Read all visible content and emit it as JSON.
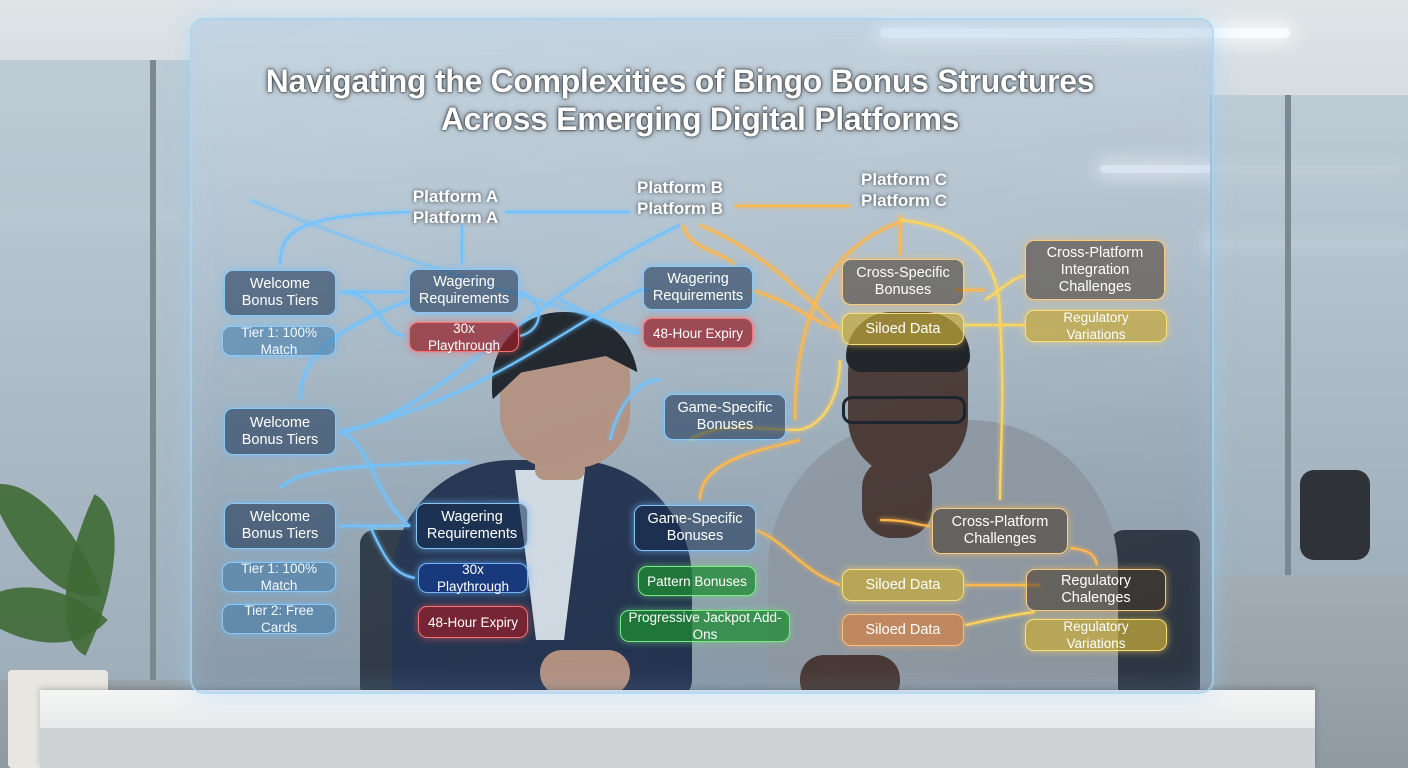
{
  "title": {
    "line1": "Navigating the Complexities of Bingo Bonus Structures",
    "line2": "Across Emerging Digital Platforms"
  },
  "platforms": {
    "a": {
      "line1": "Platform A",
      "line2": "Platform A"
    },
    "b": {
      "line1": "Platform B",
      "line2": "Platform B"
    },
    "c": {
      "line1": "Platform C",
      "line2": "Platform C"
    }
  },
  "nodes": {
    "welcome1": "Welcome Bonus Tiers",
    "tier1_top": "Tier 1: 100% Match",
    "welcome2": "Welcome Bonus Tiers",
    "welcome3": "Welcome Bonus Tiers",
    "tier1_bottom": "Tier 1: 100% Match",
    "tier2": "Tier 2: Free Cards",
    "wagering_a": "Wagering Requirements",
    "playthrough_a": "30x Playthrough",
    "wagering_b": "Wagering Requirements",
    "expiry_b": "48-Hour Expiry",
    "game_specific_mid": "Game-Specific Bonuses",
    "wagering_low": "Wagering Requirements",
    "playthrough_low": "30x Playthrough",
    "expiry_low": "48-Hour Expiry",
    "game_specific_low": "Game-Specific Bonuses",
    "pattern": "Pattern Bonuses",
    "jackpot": "Progressive Jackpot Add-Ons",
    "cross_specific": "Cross-Specific Bonuses",
    "siloed_top": "Siloed Data",
    "cross_integration": "Cross-Platform Integration Challenges",
    "regulatory_var_top": "Regulatory Variations",
    "cross_challenges": "Cross-Platform Challenges",
    "siloed_mid": "Siloed Data",
    "siloed_low": "Siloed Data",
    "regulatory_chal": "Regulatory Chalenges",
    "regulatory_var_low": "Regulatory Variations"
  },
  "colors": {
    "blue_link": "#6fc3ff",
    "orange_link": "#ffb84a",
    "yellow_link": "#ffd45a"
  }
}
